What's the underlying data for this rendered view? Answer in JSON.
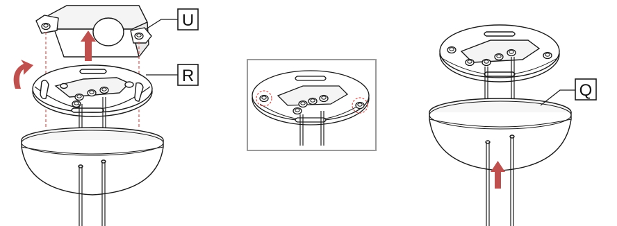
{
  "callouts": {
    "u": "U",
    "r": "R",
    "q": "Q"
  },
  "colors": {
    "line": "#1a1a1a",
    "arrow": "#c0504d",
    "guide": "#d9534f",
    "inset_frame": "#9a9a9a",
    "fill": "#ffffff",
    "shade": "#efefef"
  },
  "icons": [
    "rotate-arrow-icon",
    "lift-arrow-icon",
    "push-arrow-icon"
  ]
}
